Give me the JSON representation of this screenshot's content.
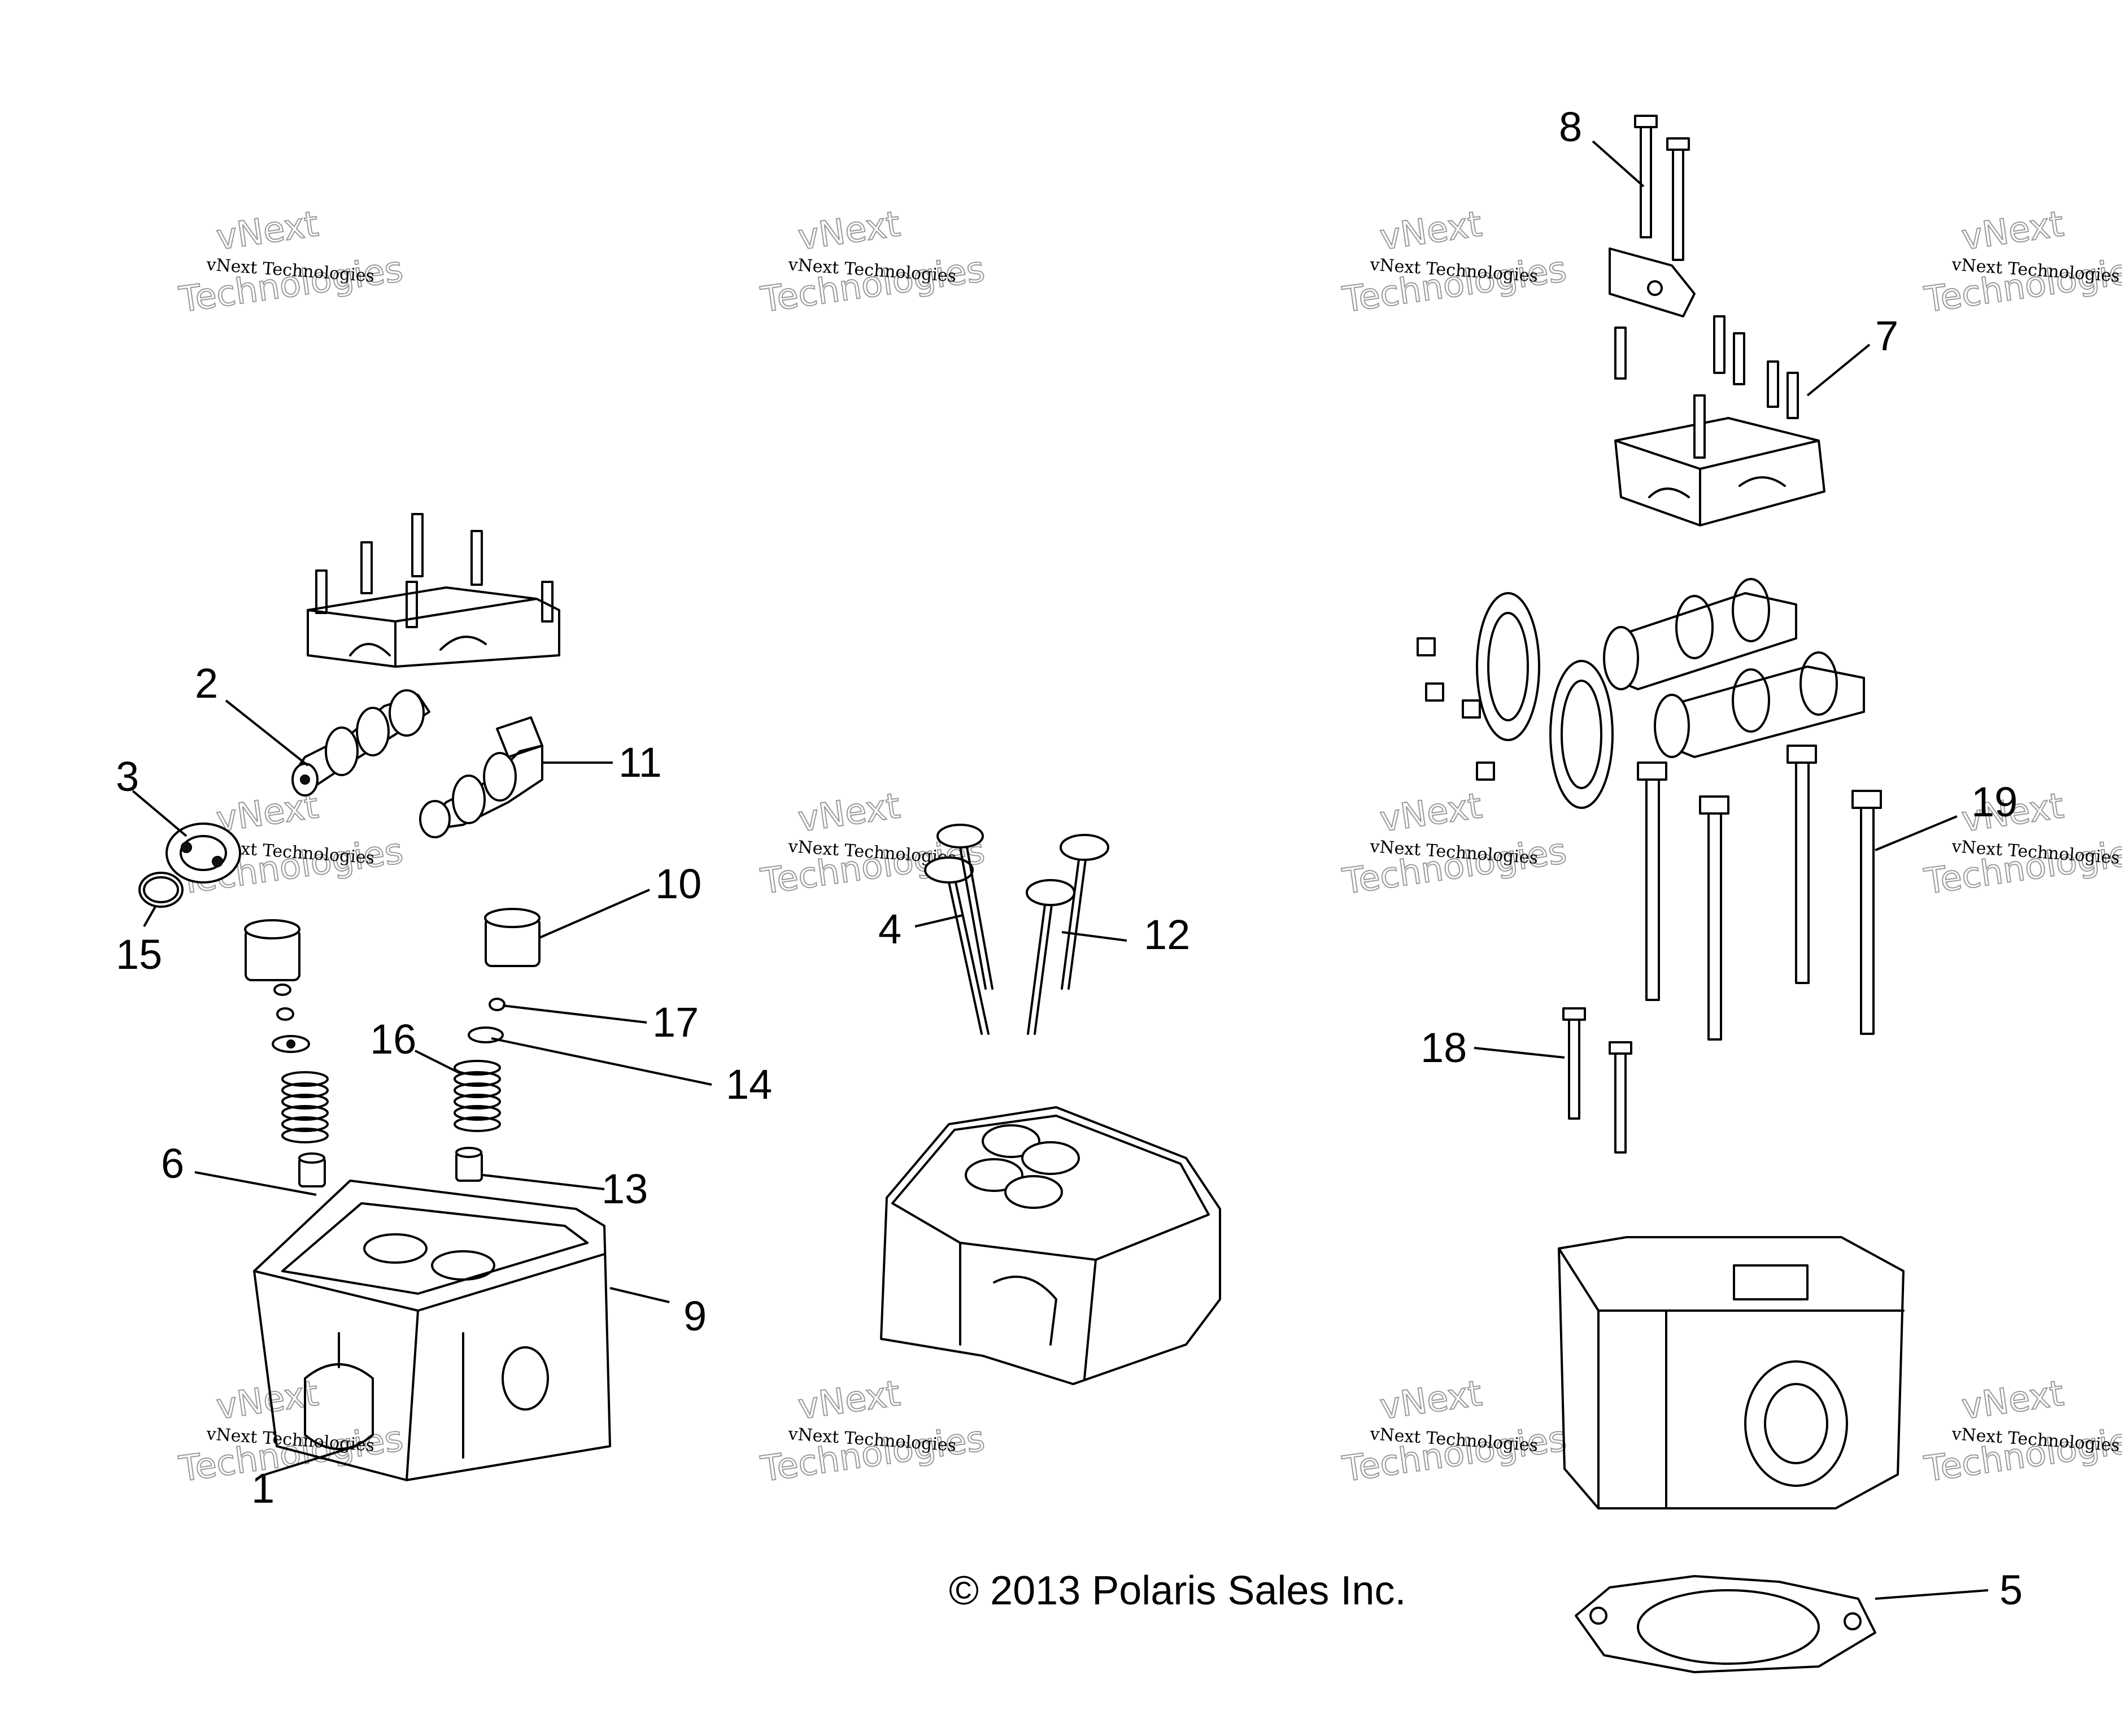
{
  "copyright": "© 2013 Polaris Sales Inc.",
  "watermark": {
    "brand_top": "vNext",
    "brand_mid": "vNext Technologies",
    "brand_bottom": "Technologies"
  },
  "callouts": {
    "c1": "1",
    "c2": "2",
    "c3": "3",
    "c4": "4",
    "c5": "5",
    "c6": "6",
    "c7": "7",
    "c8": "8",
    "c9": "9",
    "c10": "10",
    "c11": "11",
    "c12": "12",
    "c13": "13",
    "c14": "14",
    "c15": "15",
    "c16": "16",
    "c17": "17",
    "c18": "18",
    "c19": "19"
  }
}
